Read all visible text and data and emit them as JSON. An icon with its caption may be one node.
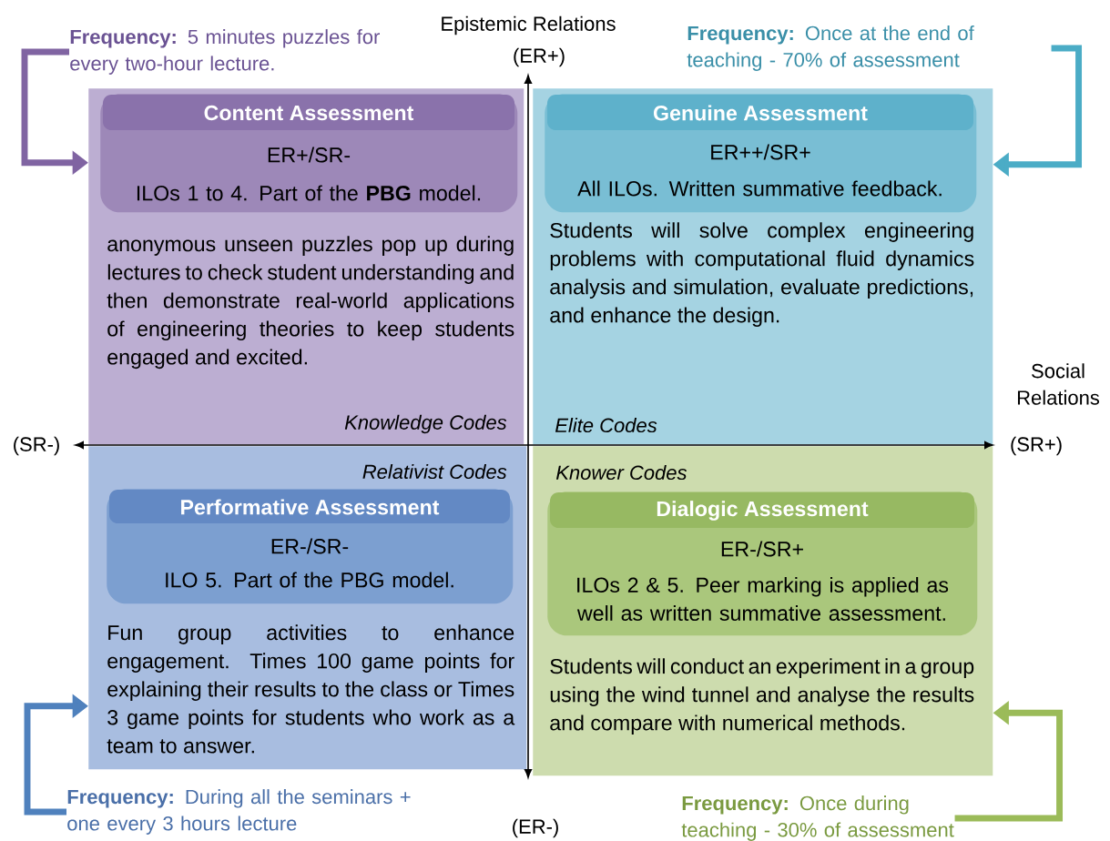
{
  "diagram": {
    "nodes": [
      {
        "text": [
          "anonymous unseen puzzles pop up during lectures to check student understanding and then demonstrate real-world applications of engineering theories to keep students engaged and excited.",
          "Knowledge Codes"
        ]
      },
      {
        "text": [
          "Content Assessment",
          "ER+/SR-",
          "ILOs 1 to 4. Part of the **PBG** model."
        ],
        "in": 0
      },
      {
        "text": [
          "**Frequency:** 5 minutes puzzles for every two-hour lecture."
        ]
      },
      {
        "text": [
          "Students will solve complex engineering problems with computational fluid dynamics analysis and simulation, evaluate predictions, and enhance the design.",
          "Elite Codes"
        ]
      },
      {
        "text": [
          "Genuine Assessment",
          "ER++/SR+",
          "All ILOs. Written summative feedback."
        ],
        "in": 3
      },
      {
        "text": [
          "**Frequency:** Once at the end of teaching - 70% of assessment"
        ]
      },
      {
        "text": [
          "Relativist Codes",
          "Fun group activities to enhance engagement. Times 100 game points for explaining their results to the class or Times 3 game points for students who work as a team to answer."
        ]
      },
      {
        "text": [
          "Performative Assessment",
          "ER-/SR-",
          "ILO 5. Part of the PBG model."
        ],
        "in": 6
      },
      {
        "text": [
          "**Frequency:** During all the seminars + one every 3 hours lecture"
        ]
      },
      {
        "text": [
          "Knower Codes",
          "Students will conduct an experiment in a group using the wind tunnel and analyse the results and compare with numerical methods."
        ]
      },
      {
        "text": [
          "Dialogic Assessment",
          "ER-/SR+",
          "ILOs 2 & 5. Peer marking is applied as well as written summative assessment."
        ],
        "in": 9
      },
      {
        "text": [
          "**Frequency:** Once during teaching - 30% of assessment"
        ]
      }
    ],
    "edges": [
      {
        "from": 2,
        "to": 0,
        "arrow": "to",
        "color": "#8064a2"
      },
      {
        "from": 5,
        "to": 3,
        "arrow": "to",
        "color": "#4bacc6"
      },
      {
        "from": 8,
        "to": 6,
        "arrow": "to",
        "color": "#4f81bd"
      },
      {
        "from": 11,
        "to": 9,
        "arrow": "to",
        "color": "#9bbb59"
      }
    ],
    "labels": [
      "Epistemic Relations",
      "(ER+)",
      "Social Relations",
      "(SR-)",
      "(SR+)",
      "(ER-)"
    ]
  }
}
